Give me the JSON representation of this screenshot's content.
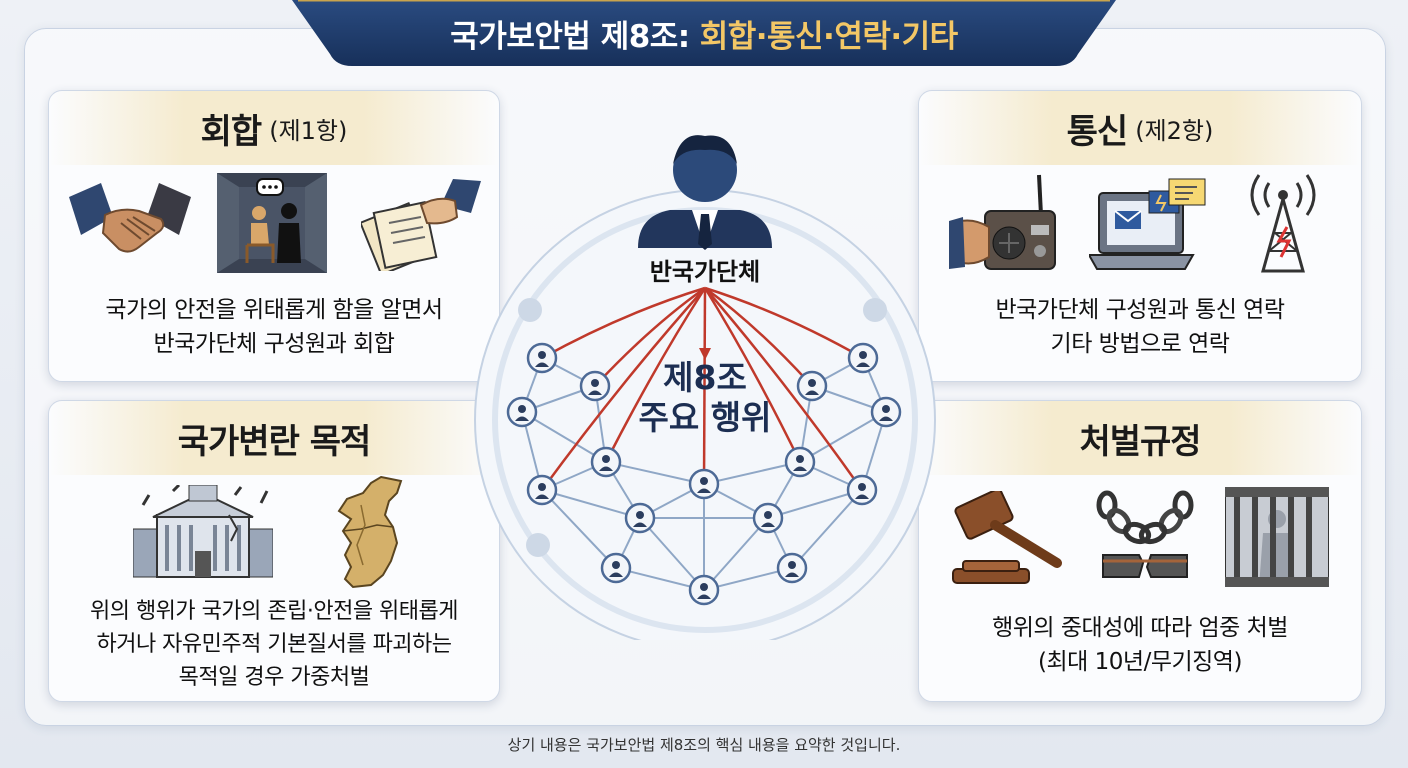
{
  "header": {
    "title_main": "국가보안법 제8조:",
    "title_accent": "회합·통신·연락·기타"
  },
  "cards": {
    "meeting": {
      "title": "회합",
      "subtitle": "(제1항)",
      "lines": [
        "국가의 안전을 위태롭게 함을 알면서",
        "반국가단체 구성원과 회합"
      ]
    },
    "communication": {
      "title": "통신",
      "subtitle": "(제2항)",
      "lines": [
        "반국가단체 구성원과 통신 연락",
        "기타 방법으로 연락"
      ]
    },
    "purpose": {
      "title": "국가변란 목적",
      "lines": [
        "위의 행위가 국가의 존립·안전을 위태롭게",
        "하거나 자유민주적 기본질서를 파괴하는",
        "목적일 경우 가중처벌"
      ]
    },
    "punishment": {
      "title": "처벌규정",
      "lines": [
        "행위의 중대성에 따라 엄중 처벌",
        "(최대 10년/무기징역)"
      ]
    }
  },
  "center": {
    "hub_label": "반국가단체",
    "title_lines": [
      "제8조",
      "주요 행위"
    ]
  },
  "footnote": "상기 내용은 국가보안법 제8조의 핵심 내용을 요약한 것입니다.",
  "colors": {
    "banner": "#1f3a66",
    "accent": "#f3c766",
    "card_header": "#f5ebcf",
    "network_line": "#c0392b",
    "node": "#2b3d5e"
  },
  "icons": {
    "meeting": [
      "handshake-icon",
      "secret-meeting-icon",
      "document-handover-icon"
    ],
    "communication": [
      "radio-icon",
      "laptop-icon",
      "signal-tower-icon"
    ],
    "purpose": [
      "damaged-building-icon",
      "korea-map-icon"
    ],
    "punishment": [
      "gavel-icon",
      "broken-chain-icon",
      "prison-bars-icon"
    ],
    "hub": "person-icon"
  }
}
